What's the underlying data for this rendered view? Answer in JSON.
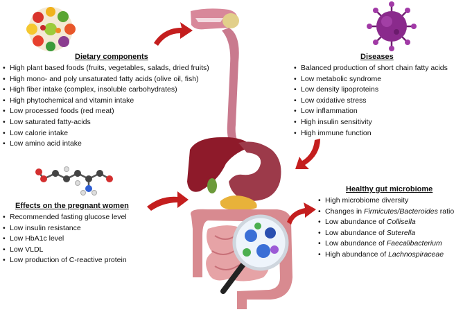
{
  "dietary": {
    "heading": "Dietary components",
    "items": [
      "High plant based foods (fruits, vegetables, salads, dried fruits)",
      "High mono- and poly unsaturated fatty acids (olive oil, fish)",
      "High fiber intake (complex,  insoluble carbohydrates)",
      "High phytochemical and vitamin intake",
      "Low processed foods (red meat)",
      "Low saturated fatty-acids",
      "Low calorie intake",
      "Low amino acid intake"
    ]
  },
  "diseases": {
    "heading": "Diseases",
    "items": [
      "Balanced production of short chain fatty acids",
      "Low metabolic syndrome",
      "Low density lipoproteins",
      "Low oxidative stress",
      "Low inflammation",
      "High insulin sensitivity",
      "High immune function"
    ]
  },
  "pregnant": {
    "heading": "Effects on the pregnant women",
    "items": [
      "Recommended fasting glucose level",
      "Low insulin resistance",
      "Low HbA1c level",
      "Low VLDL",
      "Low production of C-reactive protein"
    ]
  },
  "microbiome": {
    "heading": "Healthy gut microbiome",
    "items": [
      {
        "pre": "High microbiome diversity",
        "em": "",
        "post": ""
      },
      {
        "pre": "Changes in ",
        "em": "Firmicutes/Bacteroides",
        "post": " ratio"
      },
      {
        "pre": "Low abundance of ",
        "em": "Collisella",
        "post": ""
      },
      {
        "pre": "Low abundance of ",
        "em": "Suterella",
        "post": ""
      },
      {
        "pre": "Low abundance of ",
        "em": "Faecalibacterium",
        "post": ""
      },
      {
        "pre": "High abundance of ",
        "em": "Lachnospiraceae",
        "post": ""
      }
    ]
  },
  "colors": {
    "arrow": "#c41e1e",
    "liver": "#8e1a2a",
    "stomach": "#9c3a4a",
    "esophagus": "#c97a8e",
    "intestine": "#d88a90",
    "pancreas": "#e8b23a",
    "virus": "#8a2a8c"
  },
  "icons": [
    "food-icon",
    "virus-icon",
    "molecule-icon",
    "digestive-system-illustration",
    "magnifier-icon"
  ]
}
